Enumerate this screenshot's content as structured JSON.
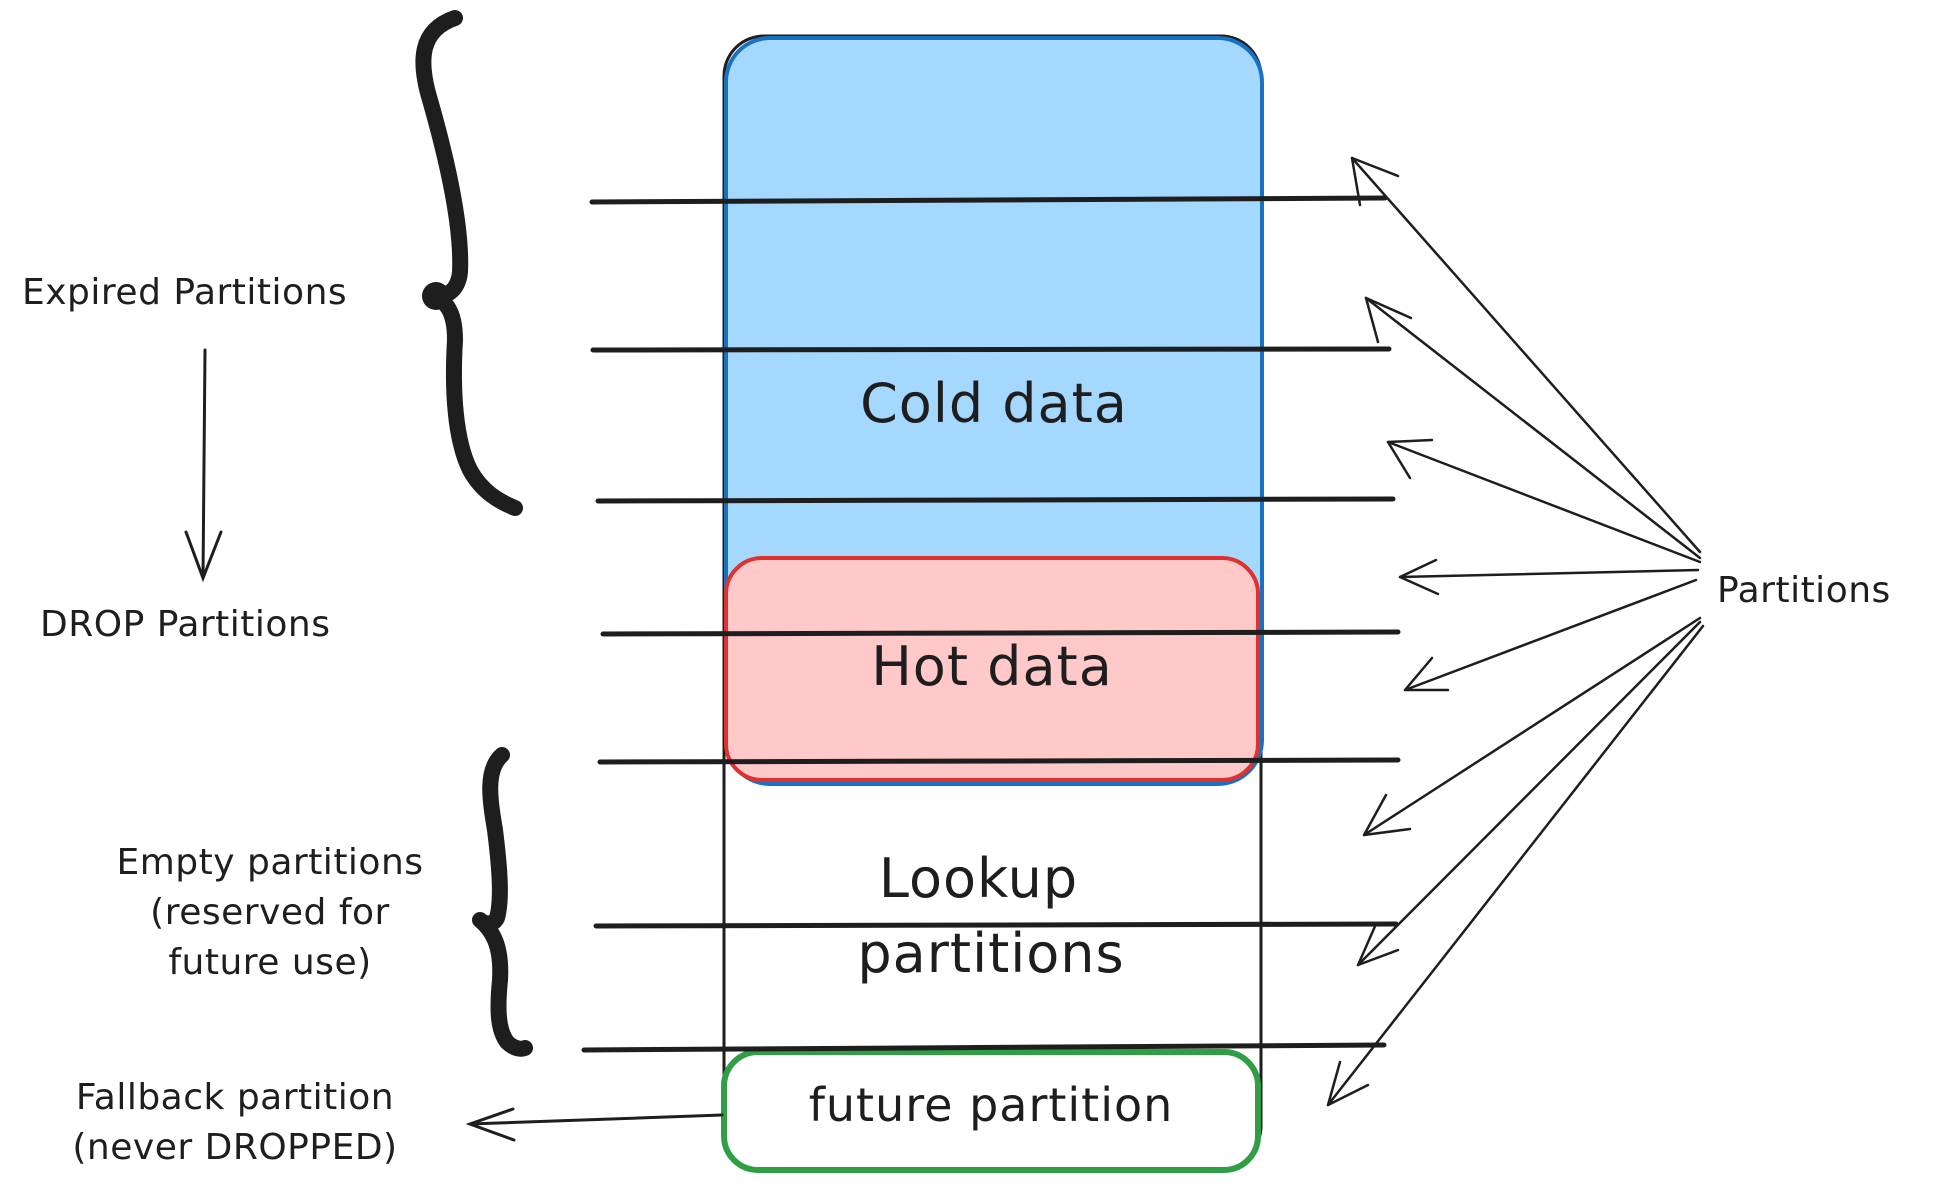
{
  "labels": {
    "expired": "Expired Partitions",
    "drop": "DROP Partitions",
    "empty_line1": "Empty partitions",
    "empty_line2": "(reserved for",
    "empty_line3": "future use)",
    "fallback_line1": "Fallback partition",
    "fallback_line2": "(never DROPPED)",
    "partitions": "Partitions"
  },
  "regions": {
    "cold": "Cold data",
    "hot": "Hot data",
    "lookup_line1": "Lookup",
    "lookup_line2": "partitions",
    "future": "future partition"
  },
  "colors": {
    "cold_fill": "#a5d8ff",
    "cold_stroke": "#1971c2",
    "hot_fill": "#ffc9c9",
    "hot_stroke": "#e03131",
    "future_stroke": "#2f9e44",
    "ink": "#1e1e1e"
  }
}
